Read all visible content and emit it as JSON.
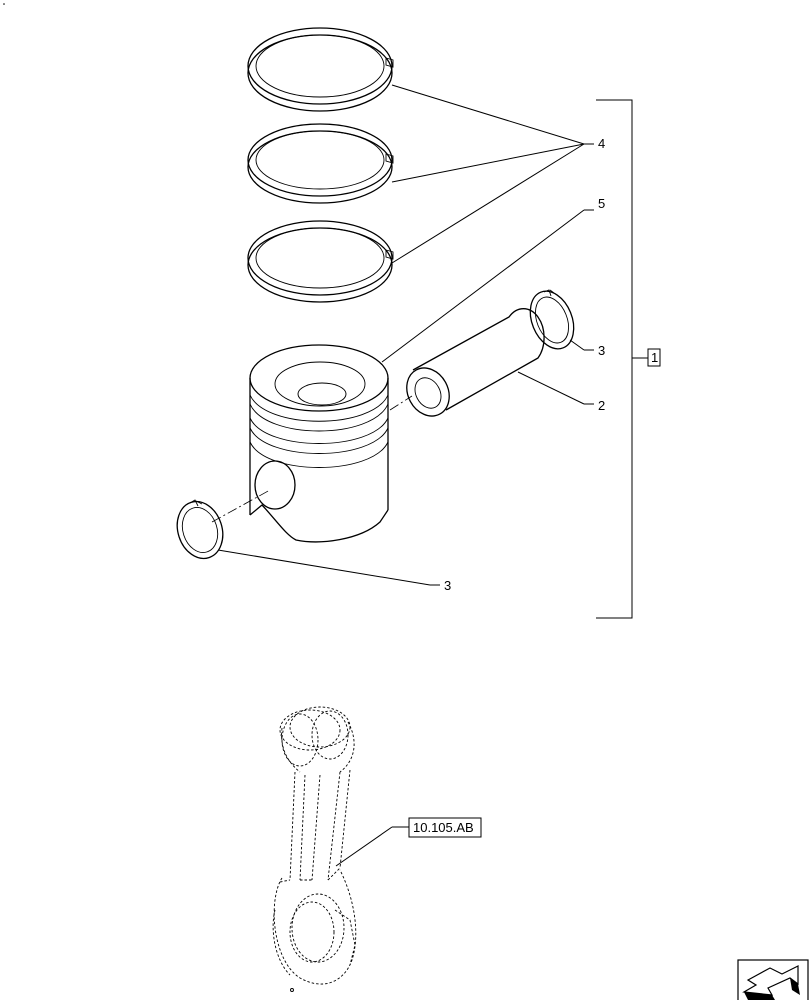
{
  "callouts": {
    "piston_rings": "4",
    "piston": "5",
    "snap_ring_right": "3",
    "piston_pin": "2",
    "snap_ring_left": "3",
    "assembly": "1",
    "connecting_rod_ref": "10.105.AB"
  },
  "icons": {
    "navigation": "arrow-back-icon"
  }
}
